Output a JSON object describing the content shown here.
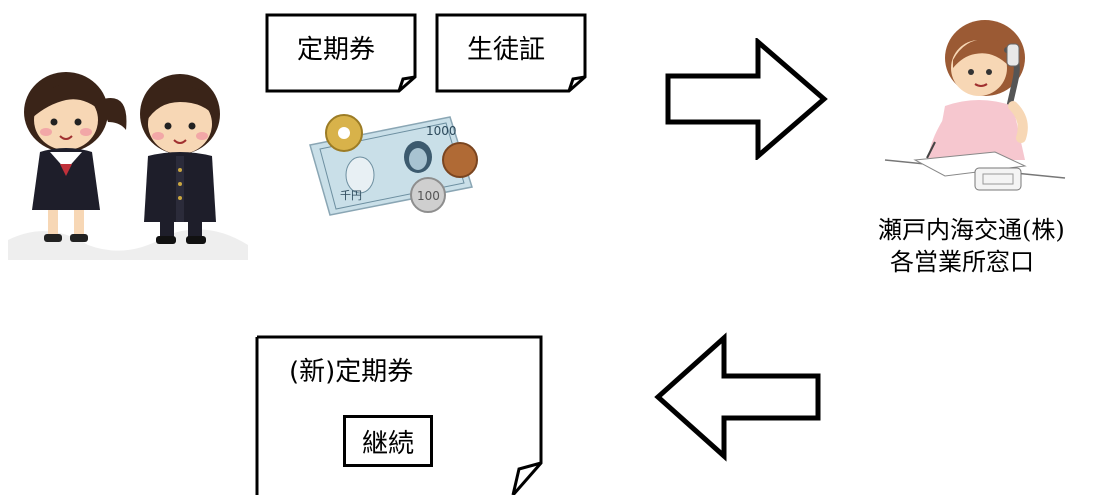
{
  "documents": {
    "teikiken_label": "定期券",
    "seitosho_label": "生徒証",
    "new_teikiken_label": "(新)定期券",
    "keizoku_label": "継続"
  },
  "office": {
    "line1": "瀬戸内海交通(株)",
    "line2": "各営業所窓口"
  },
  "money": {
    "bill_denomination": "1000",
    "coin_denomination": "100"
  },
  "colors": {
    "skin": "#f7d7b5",
    "hair": "#3a2418",
    "uniform": "#1e1e2a",
    "bill": "#c9dfe8",
    "gold_coin": "#d8b24a",
    "copper_coin": "#b06a35",
    "silver_coin": "#cfcfcf",
    "clerk_shirt": "#f6c7cf"
  },
  "icons": {
    "students": "students-illustration",
    "money": "money-illustration",
    "clerk": "clerk-on-phone-illustration",
    "arrow_right": "right-arrow-icon",
    "arrow_left": "left-arrow-icon"
  }
}
